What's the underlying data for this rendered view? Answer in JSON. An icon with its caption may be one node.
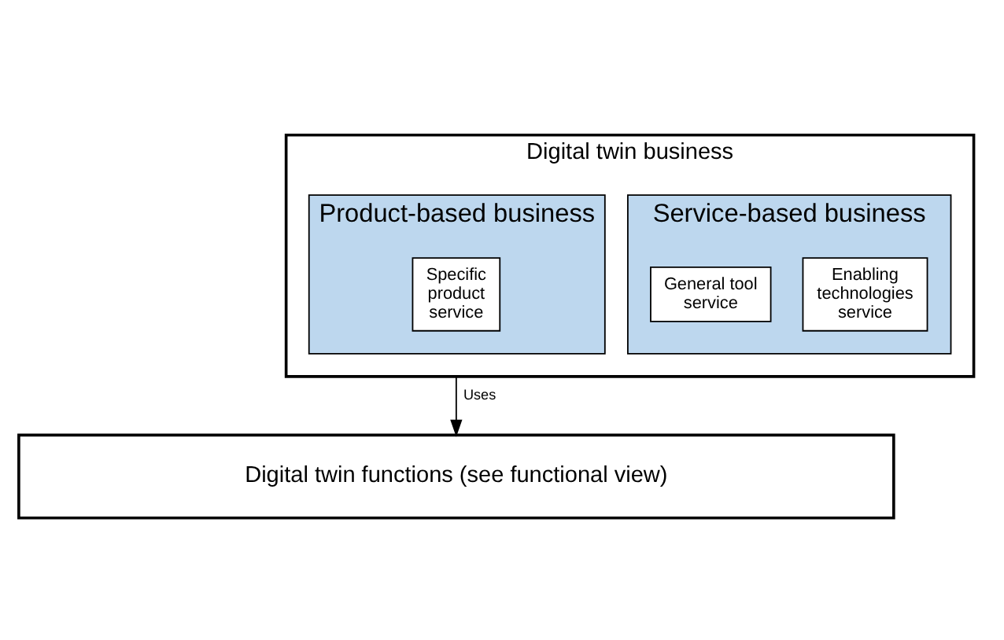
{
  "diagram": {
    "nodes": [
      {
        "text": [
          "Digital twin business"
        ]
      },
      {
        "text": [
          "Service-based business"
        ],
        "in": 0
      },
      {
        "text": [
          "Enabling technologies service"
        ],
        "in": 1
      },
      {
        "text": [
          "General tool service"
        ],
        "in": 1
      },
      {
        "text": [
          "Product-based business"
        ],
        "in": 0
      },
      {
        "text": [
          "Specific product service"
        ],
        "in": 4
      },
      {
        "text": [
          "Digital twin functions (see functional view)"
        ]
      }
    ],
    "edges": [
      {
        "from": 0,
        "to": 6,
        "arrow": "to",
        "label": "Uses"
      }
    ]
  }
}
